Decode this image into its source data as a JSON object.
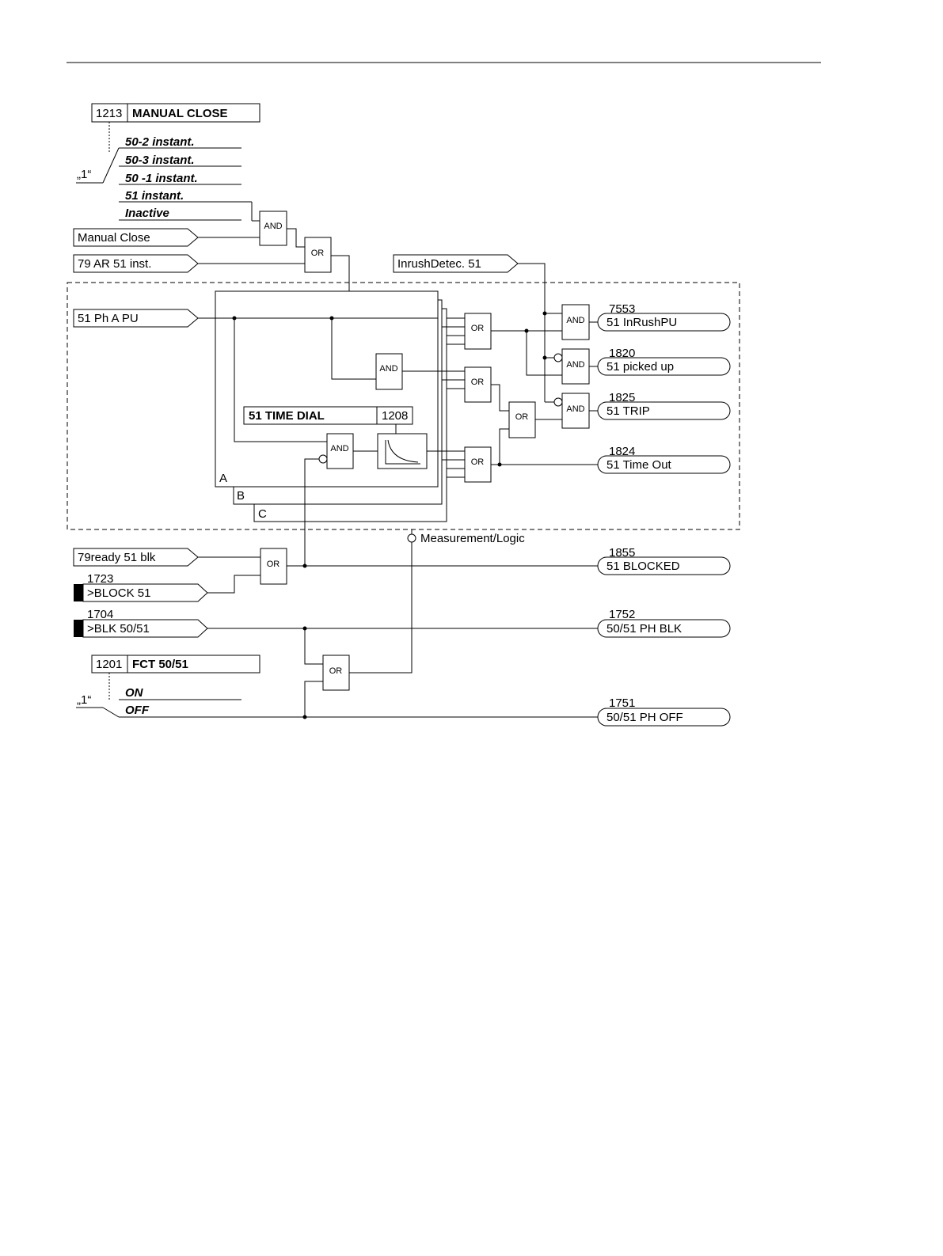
{
  "settings": {
    "manual_close": {
      "address": "1213",
      "name": "MANUAL CLOSE",
      "options": [
        "50-2 instant.",
        "50-3 instant.",
        "50 -1 instant.",
        "51 instant.",
        "Inactive"
      ],
      "switch_label": "„1“"
    },
    "time_dial": {
      "name": "51 TIME DIAL",
      "address": "1208"
    },
    "function": {
      "address": "1201",
      "name": "FCT 50/51",
      "options": [
        "ON",
        "OFF"
      ],
      "switch_label": "„1“"
    }
  },
  "inputs": {
    "manual_close": "Manual Close",
    "ar_inst": "79 AR 51 inst.",
    "inrush": "InrushDetec. 51",
    "ph_a_pu": "51 Ph A PU",
    "ready_blk": "79ready 51 blk",
    "block51": {
      "number": "1723",
      "label": ">BLOCK 51"
    },
    "blk5051": {
      "number": "1704",
      "label": ">BLK 50/51"
    }
  },
  "outputs": [
    {
      "number": "7553",
      "label": "51 InRushPU"
    },
    {
      "number": "1820",
      "label": "51 picked up"
    },
    {
      "number": "1825",
      "label": "51 TRIP"
    },
    {
      "number": "1824",
      "label": "51 Time Out"
    },
    {
      "number": "1855",
      "label": "51 BLOCKED"
    },
    {
      "number": "1752",
      "label": "50/51 PH BLK"
    },
    {
      "number": "1751",
      "label": "50/51 PH OFF"
    }
  ],
  "gates": {
    "and": "AND",
    "or": "OR"
  },
  "phases": [
    "A",
    "B",
    "C"
  ],
  "measurement_label": "Measurement/Logic"
}
